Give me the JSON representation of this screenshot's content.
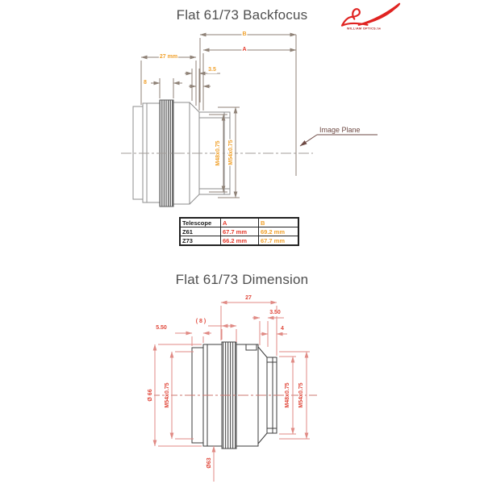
{
  "logo": {
    "brand": "WILLIAM OPTICS.tw"
  },
  "colors": {
    "accent_red": "#e5392b",
    "accent_orange": "#f0a12c",
    "drawing_gray": "#8e8e8e",
    "dim_gray": "#8f8277",
    "bottom_red": "#e08a84",
    "logo_red": "#e02321"
  },
  "top": {
    "title": "Flat 61/73 Backfocus",
    "labels": {
      "b": "B",
      "a": "A",
      "d27": "27 mm",
      "d8": "8",
      "d35": "3.5",
      "m48": "M48x0.75",
      "m54": "M54x0.75",
      "image_plane": "Image Plane"
    },
    "table": {
      "headers": {
        "telescope": "Telescope",
        "a": "A",
        "b": "B"
      },
      "rows": [
        {
          "telescope": "Z61",
          "a": "67.7 mm",
          "b": "69.2 mm"
        },
        {
          "telescope": "Z73",
          "a": "66.2 mm",
          "b": "67.7 mm"
        }
      ]
    }
  },
  "bottom": {
    "title": "Flat 61/73 Dimension",
    "labels": {
      "d27": "27",
      "d350": "3.50",
      "d4": "4",
      "d8": "( 8 )",
      "d550": "5.50",
      "dia66": "Ø 66",
      "m54_left": "M54x0.75",
      "m48": "M48x0.75",
      "m54_right": "M54x0.75",
      "dia63": "Ø63"
    }
  }
}
